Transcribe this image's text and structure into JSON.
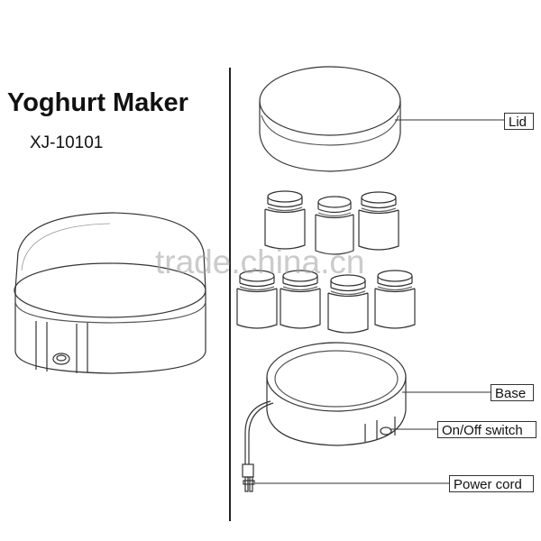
{
  "product": {
    "title": "Yoghurt Maker",
    "model": "XJ-10101"
  },
  "watermark": "trade.china.cn",
  "labels": {
    "lid": "Lid",
    "base": "Base",
    "switch": "On/Off switch",
    "cord": "Power cord"
  },
  "colors": {
    "line": "#333333",
    "watermark": "#a0a0a0"
  }
}
